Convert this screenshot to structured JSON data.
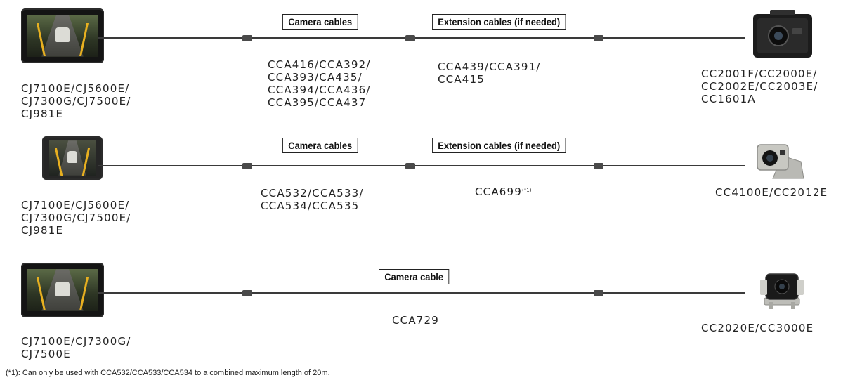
{
  "rows": [
    {
      "monitor_models": [
        "CJ7100E/CJ5600E/",
        "CJ7300G/CJ7500E/",
        "CJ981E"
      ],
      "tags": [
        "Camera cables",
        "Extension cables (if needed)"
      ],
      "camera_cables": [
        "CCA416/CCA392/",
        "CCA393/CA435/",
        "CCA394/CCA436/",
        "CCA395/CCA437"
      ],
      "extension_cables": [
        "CCA439/CCA391/",
        "CCA415"
      ],
      "camera_models": [
        "CC2001F/CC2000E/",
        "CC2002E/CC2003E/",
        "CC1601A"
      ]
    },
    {
      "monitor_models": [
        "CJ7100E/CJ5600E/",
        "CJ7300G/CJ7500E/",
        "CJ981E"
      ],
      "tags": [
        "Camera cables",
        "Extension cables (if needed)"
      ],
      "camera_cables": [
        "CCA532/CCA533/",
        "CCA534/CCA535"
      ],
      "extension_cable": "CCA699",
      "extension_note_mark": "(*1)",
      "camera_models": [
        "CC4100E/CC2012E"
      ]
    },
    {
      "monitor_models": [
        "CJ7100E/CJ7300G/",
        "CJ7500E"
      ],
      "tags": [
        "Camera cable"
      ],
      "camera_cables": [
        "CCA729"
      ],
      "camera_models": [
        "CC2020E/CC3000E"
      ]
    }
  ],
  "footnote": "(*1): Can only be used with CCA532/CCA533/CCA534 to a combined maximum length of 20m.",
  "colors": {
    "line": "#3a3a3a",
    "connector": "#4a4a4a",
    "text": "#222222"
  }
}
